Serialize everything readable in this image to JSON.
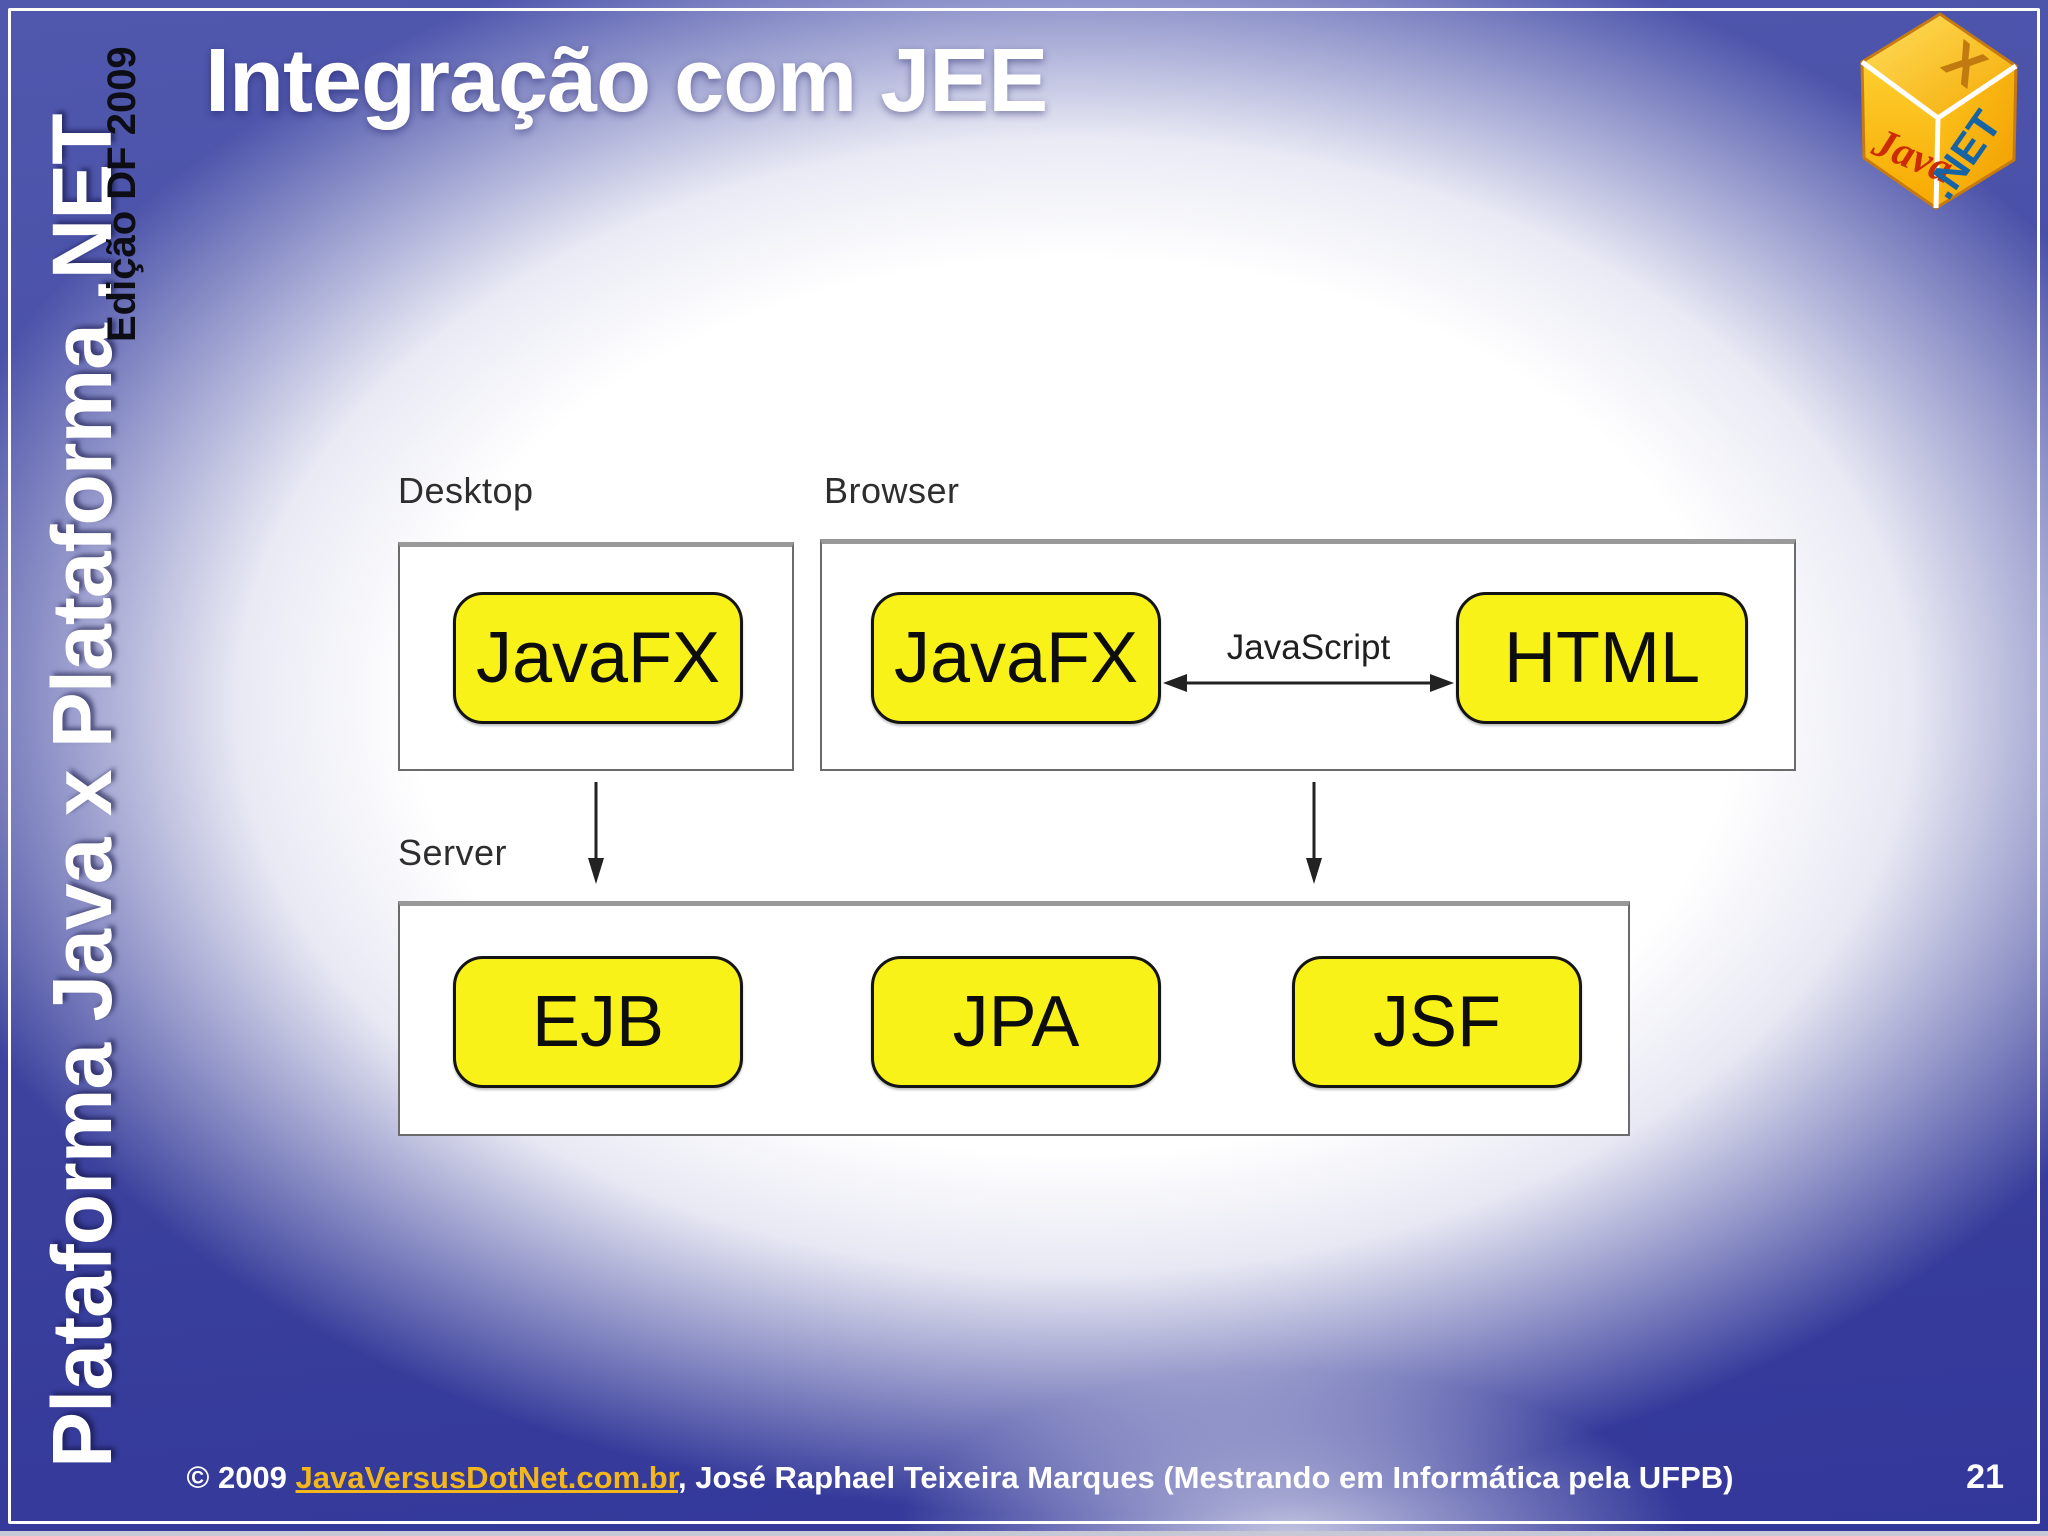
{
  "slide": {
    "title": "Integração com JEE",
    "sidebar_title": "Plataforma Java x Plataforma .NET",
    "edition_label": "Edição DF 2009",
    "page_number": "21",
    "footer": {
      "copyright_prefix": "© 2009 ",
      "link_text": "JavaVersusDotNet.com.br",
      "suffix": ", José Raphael Teixeira Marques (Mestrando em Informática pela UFPB)"
    }
  },
  "logo": {
    "top_label": "X",
    "left_label": "Java",
    "right_label": ".NET"
  },
  "diagram": {
    "groups": [
      {
        "label": "Desktop",
        "boxes": [
          "JavaFX"
        ]
      },
      {
        "label": "Browser",
        "boxes": [
          "JavaFX",
          "HTML"
        ],
        "connector_label": "JavaScript"
      },
      {
        "label": "Server",
        "boxes": [
          "EJB",
          "JPA",
          "JSF"
        ]
      }
    ]
  },
  "colors": {
    "frame_blue": "#343a9a",
    "chip_yellow": "#f8f218",
    "link_gold": "#f3b71c",
    "logo_gold": "#f9b90c",
    "logo_java_red": "#cc2d00",
    "logo_dotnet_blue": "#1663a5"
  }
}
